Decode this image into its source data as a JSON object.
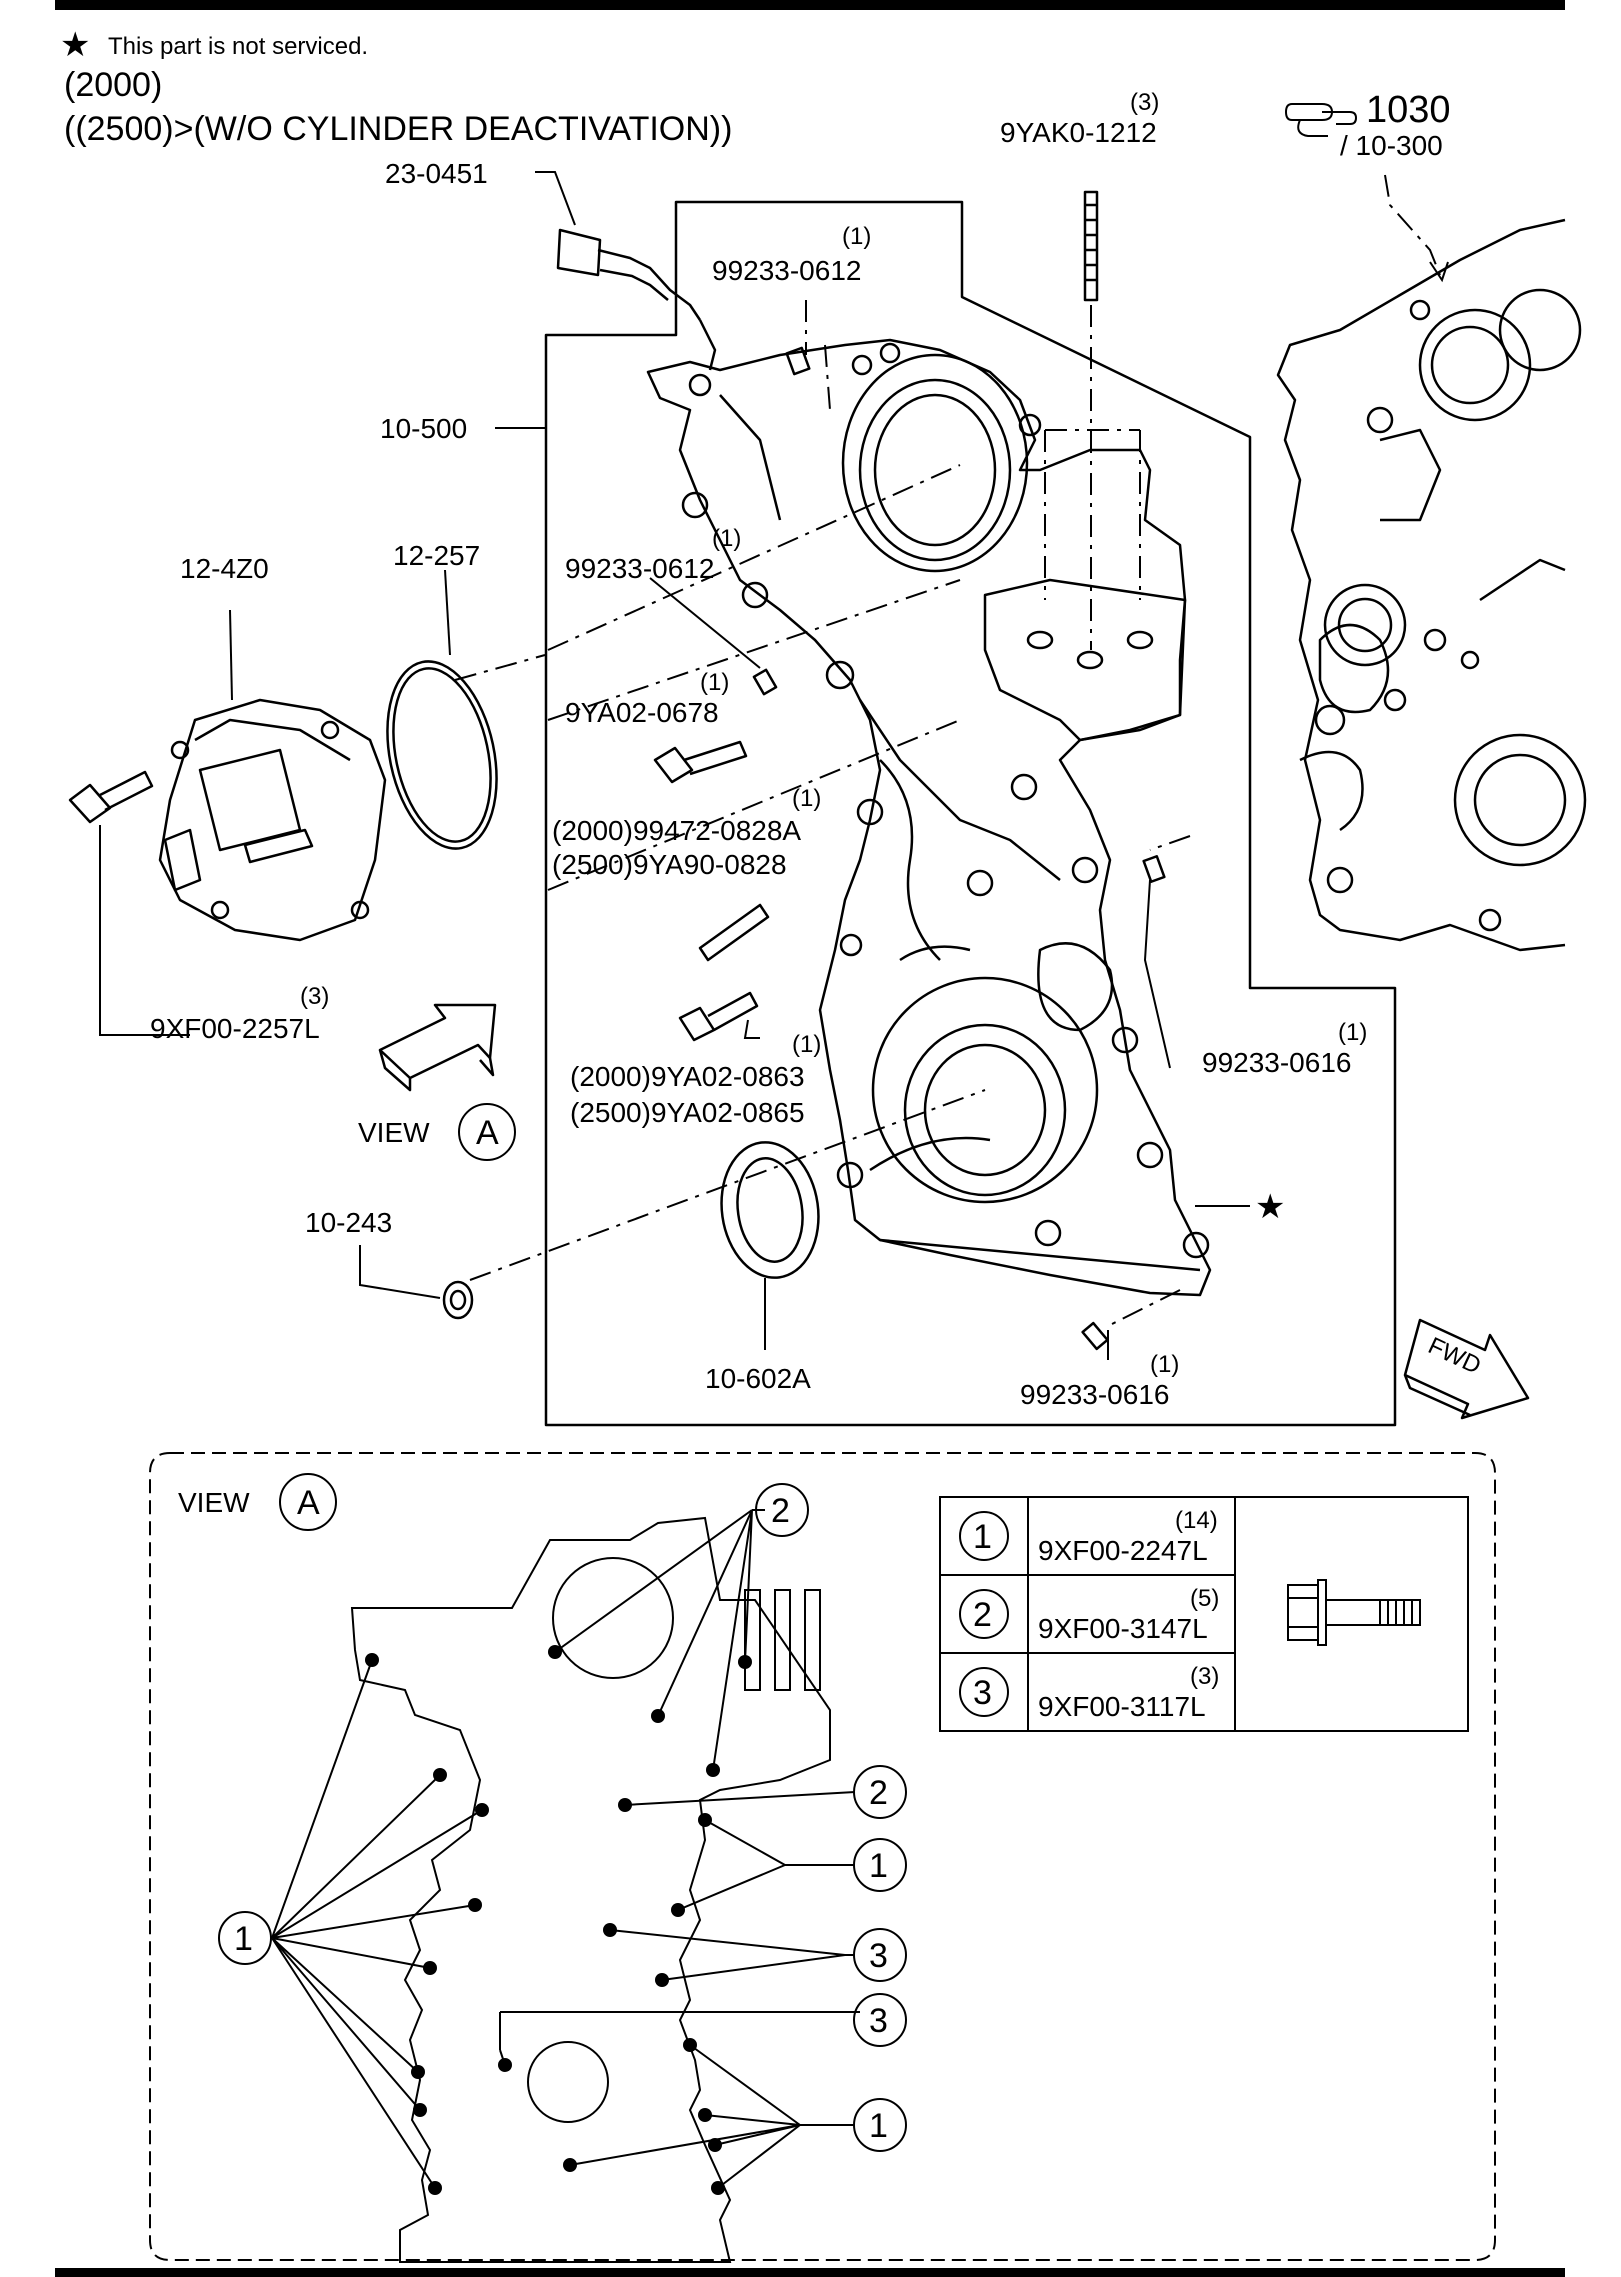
{
  "header": {
    "note": "This part is not serviced.",
    "variant_line1": "(2000)",
    "variant_line2": "((2500)>(W/O CYLINDER DEACTIVATION))"
  },
  "reference": {
    "number": "1030",
    "sub": "/ 10-300"
  },
  "callouts": [
    {
      "id": "c-23-0451",
      "text": "23-0451"
    },
    {
      "id": "c-99233-0612-top",
      "text": "99233-0612",
      "qty": "(1)"
    },
    {
      "id": "c-9yak0-1212",
      "text": "9YAK0-1212",
      "qty": "(3)"
    },
    {
      "id": "c-10-500",
      "text": "10-500"
    },
    {
      "id": "c-12-4z0",
      "text": "12-4Z0"
    },
    {
      "id": "c-12-257",
      "text": "12-257"
    },
    {
      "id": "c-99233-0612-mid",
      "text": "99233-0612",
      "qty": "(1)"
    },
    {
      "id": "c-9ya02-0678",
      "text": "9YA02-0678",
      "qty": "(1)"
    },
    {
      "id": "c-99472-0828a",
      "text": "(2000)99472-0828A",
      "qty": "(1)"
    },
    {
      "id": "c-9ya90-0828",
      "text": "(2500)9YA90-0828"
    },
    {
      "id": "c-9xf00-2257l",
      "text": "9XF00-2257L",
      "qty": "(3)"
    },
    {
      "id": "c-99233-0616-right",
      "text": "99233-0616",
      "qty": "(1)"
    },
    {
      "id": "c-9ya02-0863",
      "text": "(2000)9YA02-0863",
      "qty": "(1)"
    },
    {
      "id": "c-9ya02-0865",
      "text": "(2500)9YA02-0865"
    },
    {
      "id": "c-10-243",
      "text": "10-243"
    },
    {
      "id": "c-10-602a",
      "text": "10-602A"
    },
    {
      "id": "c-99233-0616-bottom",
      "text": "99233-0616",
      "qty": "(1)"
    }
  ],
  "view_label": {
    "text": "VIEW",
    "letter": "A"
  },
  "fwd_label": "FWD",
  "star_symbol": "★",
  "view_a": {
    "title": "VIEW",
    "letter": "A",
    "legend": [
      {
        "num": "1",
        "part": "9XF00-2247L",
        "qty": "(14)"
      },
      {
        "num": "2",
        "part": "9XF00-3147L",
        "qty": "(5)"
      },
      {
        "num": "3",
        "part": "9XF00-3117L",
        "qty": "(3)"
      }
    ],
    "markers": [
      "1",
      "2",
      "2",
      "1",
      "3",
      "3",
      "1"
    ]
  }
}
